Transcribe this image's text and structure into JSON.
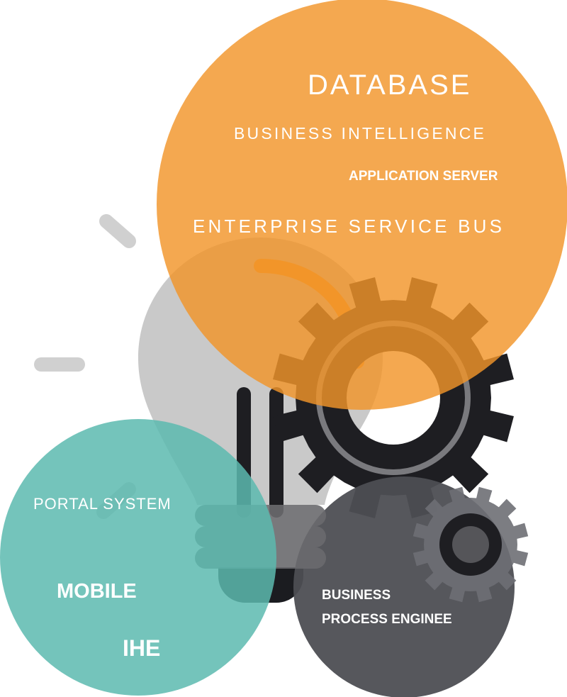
{
  "colors": {
    "orange": "#F2952A",
    "teal": "#5CBAAF",
    "dark_gray": "#4D4E53",
    "bulb_gray": "#C8C8C8",
    "ray_gray": "#D0D0D0",
    "gear_black": "#1E1E22",
    "gear_gray": "#6E6F74",
    "text": "#FFFFFF"
  },
  "icons": [
    "light-bulb-icon",
    "gear-icon"
  ],
  "labels": {
    "database": "DATABASE",
    "business_intelligence": "BUSINESS INTELLIGENCE",
    "application_server": "APPLICATION SERVER",
    "enterprise_service_bus": "ENTERPRISE SERVICE BUS",
    "portal_system": "PORTAL SYSTEM",
    "mobile": "MOBILE",
    "ihe": "IHE",
    "bpe_line1": "BUSINESS",
    "bpe_line2": "PROCESS ENGINEE"
  }
}
